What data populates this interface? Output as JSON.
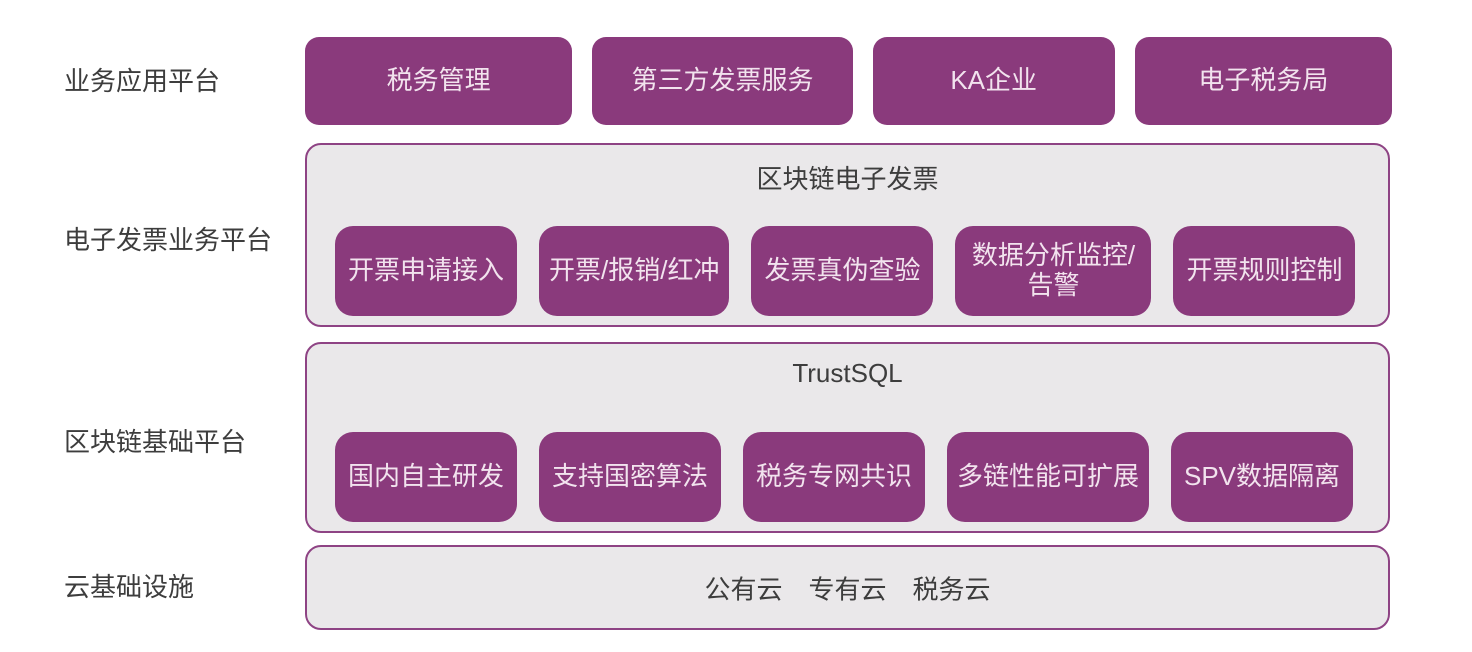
{
  "colors": {
    "box_purple": "#8a3a7c",
    "container_border": "#8e4384",
    "container_bg": "#eae8ea",
    "box_text": "#f2e3ee",
    "dark_text": "#3d3d3d"
  },
  "layers": {
    "business_apps": {
      "label": "业务应用平台",
      "boxes": [
        "税务管理",
        "第三方发票服务",
        "KA企业",
        "电子税务局"
      ]
    },
    "einvoice_platform": {
      "label": "电子发票业务平台",
      "title": "区块链电子发票",
      "boxes": [
        "开票申请接入",
        "开票/报销/红冲",
        "发票真伪查验",
        "数据分析监控/告警",
        "开票规则控制"
      ]
    },
    "blockchain_platform": {
      "label": "区块链基础平台",
      "title": "TrustSQL",
      "boxes": [
        "国内自主研发",
        "支持国密算法",
        "税务专网共识",
        "多链性能可扩展",
        "SPV数据隔离"
      ]
    },
    "cloud_infra": {
      "label": "云基础设施",
      "title": "公有云　专有云　税务云"
    }
  }
}
